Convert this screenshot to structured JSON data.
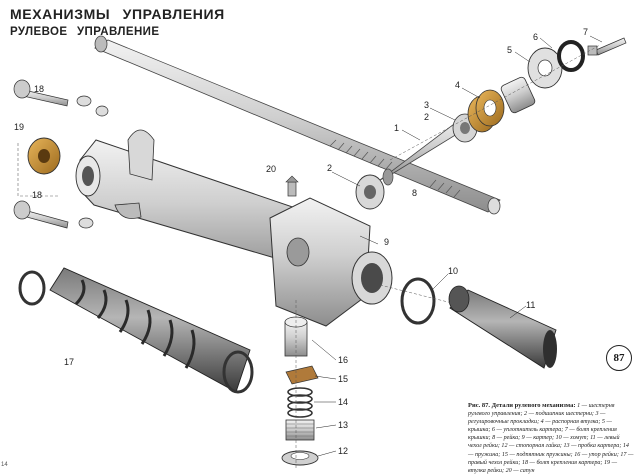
{
  "header": {
    "title": "МЕХАНИЗМЫ   УПРАВЛЕНИЯ",
    "subtitle": "РУЛЕВОЕ   УПРАВЛЕНИЕ"
  },
  "figure": {
    "callouts": [
      "7",
      "6",
      "5",
      "4",
      "3",
      "2",
      "1",
      "18",
      "19",
      "18",
      "20",
      "2",
      "8",
      "9",
      "10",
      "11",
      "17",
      "16",
      "15",
      "14",
      "13",
      "12"
    ],
    "colors": {
      "metal": "#c9c9c9",
      "metal_dark": "#8a8a8a",
      "rubber": "#4a4a4a",
      "gear": "#c8902e"
    }
  },
  "page_number": "87",
  "caption": {
    "title": "Рис. 87. Детали рулевого механизма:",
    "text": "1 — шестерня рулевого управления; 2 — подшипник шестерни; 3 — регулировочные прокладки; 4 — распорная втулка; 5 — крышка; 6 — уплотнитель картера; 7 — болт крепления крышки; 8 — рейка; 9 — картер; 10 — хомут; 11 — левый чехол рейки; 12 — стопорная гайка; 13 — пробка картера; 14 — пружина; 15 — подпятник пружины; 16 — упор рейки; 17 — правый чехол рейки; 18 — болт крепления картера; 19 — втулка рейки; 20 — сапун"
  },
  "edge_mark": "14"
}
